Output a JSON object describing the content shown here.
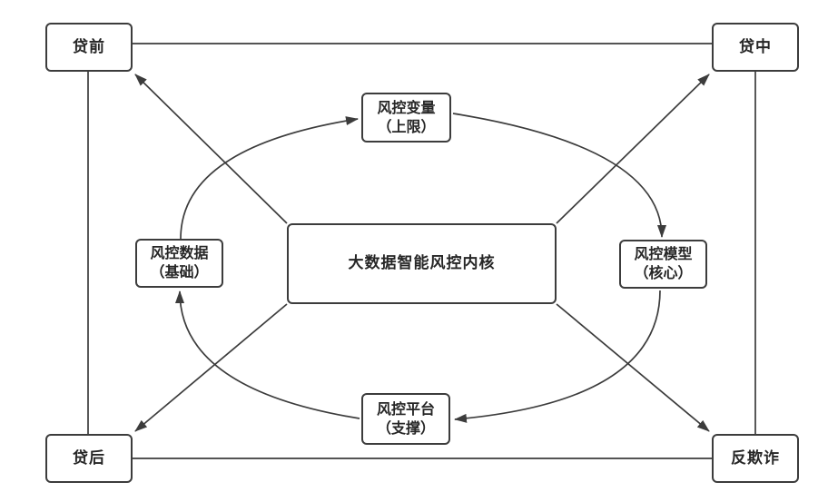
{
  "diagram": {
    "title": "big-data-intelligent-risk-control-architecture",
    "background_color": "#ffffff",
    "line_color": "#3c3c3c",
    "node_border_color": "#3c3c3c",
    "node_fill_color": "#ffffff",
    "text_color": "#262626",
    "corner_nodes": [
      {
        "id": "pre-loan",
        "label": "贷前"
      },
      {
        "id": "in-loan",
        "label": "贷中"
      },
      {
        "id": "post-loan",
        "label": "贷后"
      },
      {
        "id": "anti-fraud",
        "label": "反欺诈"
      }
    ],
    "center_node": {
      "id": "core",
      "label": "大数据智能风控内核"
    },
    "cycle_nodes": [
      {
        "id": "risk-variables",
        "label": "风控变量",
        "sublabel": "（上限）"
      },
      {
        "id": "risk-model",
        "label": "风控模型",
        "sublabel": "（核心）"
      },
      {
        "id": "risk-platform",
        "label": "风控平台",
        "sublabel": "（支撑）"
      },
      {
        "id": "risk-data",
        "label": "风控数据",
        "sublabel": "（基础）"
      }
    ],
    "edges": {
      "outer_rectangle": [
        "贷前—贷中",
        "贷中—反欺诈",
        "贷后—反欺诈",
        "贷前—贷后"
      ],
      "center_arrows": [
        "内核→贷前",
        "内核→贷中",
        "内核→贷后",
        "内核→反欺诈"
      ],
      "cycle_arrows": [
        "风控数据→风控变量",
        "风控变量→风控模型",
        "风控模型→风控平台",
        "风控平台→风控数据"
      ]
    }
  }
}
